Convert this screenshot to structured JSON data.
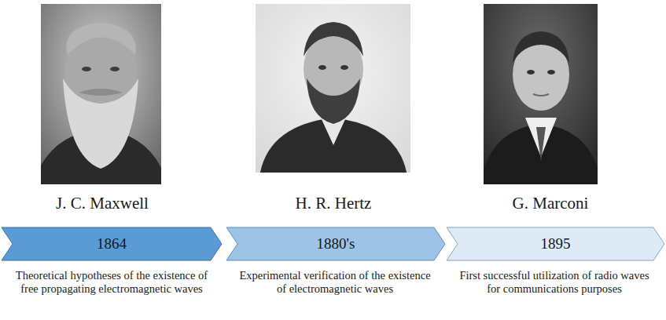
{
  "diagram": {
    "nodes": [
      {
        "text": [
          "1864"
        ]
      },
      {
        "text": [
          "1880's"
        ]
      },
      {
        "text": [
          "1895"
        ]
      }
    ],
    "labels": [
      "J. C. Maxwell",
      "H. R. Hertz",
      "G. Marconi",
      "Theoretical hypotheses of the existence of free propagating electromagnetic waves",
      "Experimental verification of the existence of electromagnetic waves",
      "First successful utilization of radio waves for communications purposes"
    ]
  }
}
